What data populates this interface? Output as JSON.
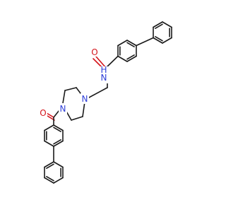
{
  "molecule": {
    "atoms": {
      "amide_oxygen": "O",
      "amide_nitrogen": "N",
      "amide_hydrogen": "H",
      "piperazine_n1": "N",
      "piperazine_n4": "N",
      "ketone_oxygen": "O"
    },
    "colors": {
      "bond": "#1a1a1a",
      "oxygen": "#d4141b",
      "nitrogen": "#2f3fd8",
      "background": "#ffffff"
    }
  }
}
